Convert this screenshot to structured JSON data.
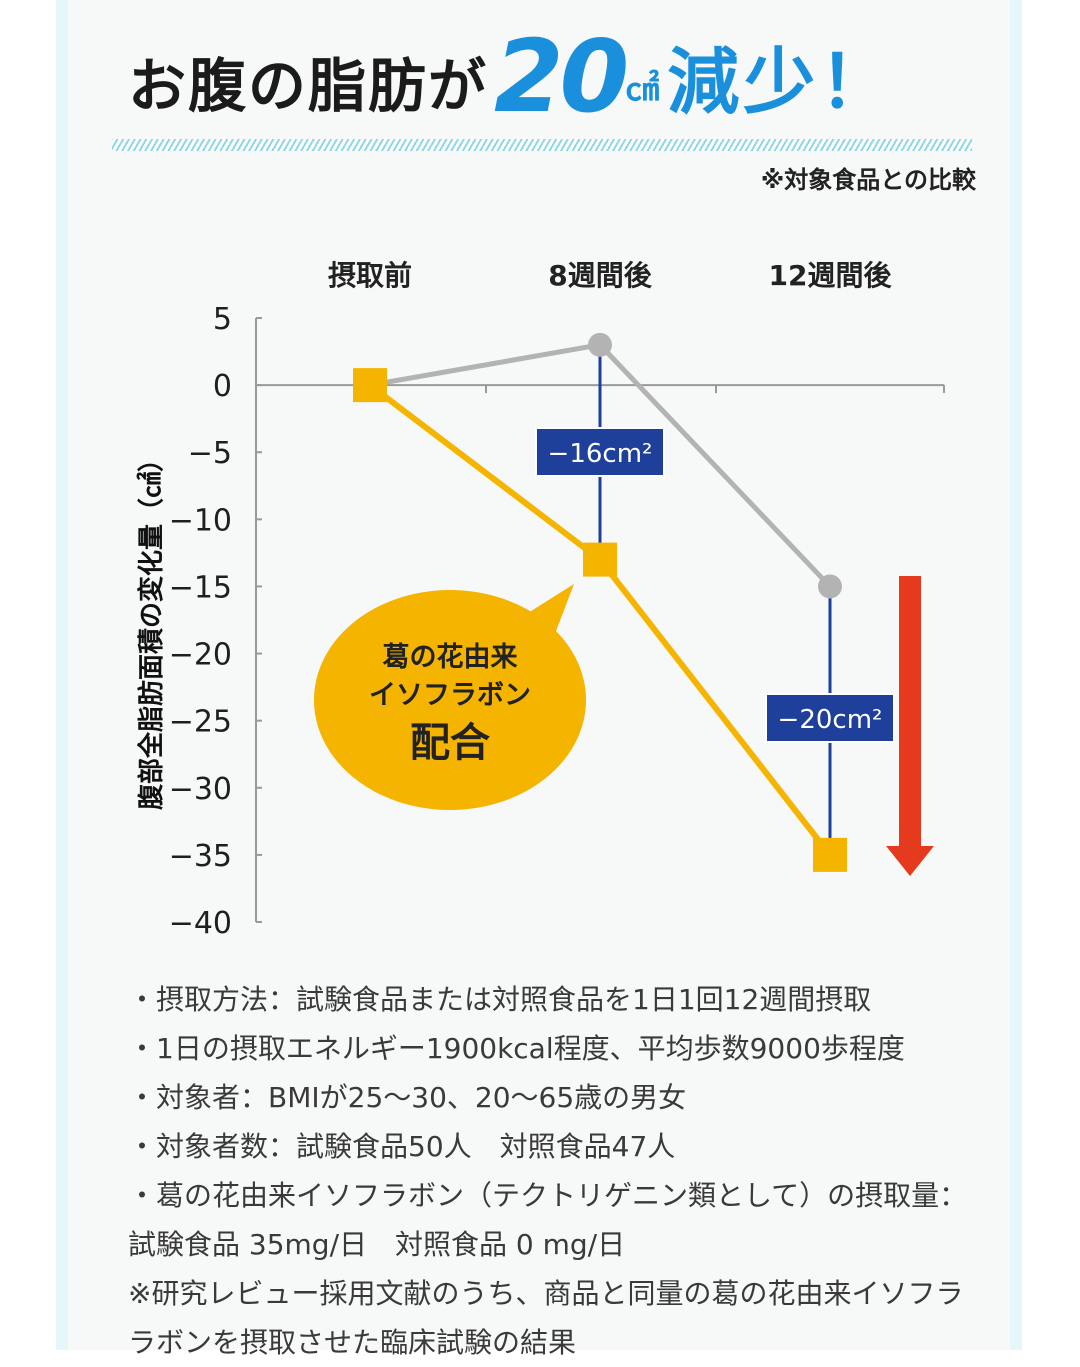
{
  "title": {
    "prefix": "お腹の脂肪が",
    "number": "20",
    "unit": "㎠",
    "suffix": "減少！"
  },
  "note_top": "※対象食品との比較",
  "chart_data": {
    "type": "line",
    "title": "",
    "xlabel": "",
    "ylabel": "腹部全脂肪面積の変化量（㎠）",
    "categories": [
      "摂取前",
      "8週間後",
      "12週間後"
    ],
    "ylim": [
      -40,
      5
    ],
    "yticks": [
      5,
      0,
      -5,
      -10,
      -15,
      -20,
      -25,
      -30,
      -35,
      -40
    ],
    "grid": false,
    "series": [
      {
        "name": "",
        "values": [
          0,
          -13,
          -35
        ],
        "color": "#f5b400",
        "marker": "square"
      },
      {
        "name": "",
        "values": [
          0,
          3,
          -15
        ],
        "color": "#b3b3b3",
        "marker": "circle"
      }
    ],
    "annotations": [
      {
        "category": "8週間後",
        "text": "−16cm²",
        "color": "#1e3f9a"
      },
      {
        "category": "12週間後",
        "text": "−20cm²",
        "color": "#1e3f9a"
      }
    ],
    "callout": {
      "line1": "葛の花由来",
      "line2": "イソフラボン",
      "line3": "配合",
      "color": "#f5b400"
    },
    "arrow_color": "#e63a1e"
  },
  "notes": [
    "・摂取方法：試験食品または対照食品を1日1回12週間摂取",
    "・1日の摂取エネルギー1900kcal程度、平均歩数9000歩程度",
    "・対象者：BMIが25～30、20～65歳の男女",
    "・対象者数：試験食品50人　対照食品47人",
    "・葛の花由来イソフラボン（テクトリゲニン類として）の摂取量：",
    "試験食品 35mg/日　対照食品 0 mg/日",
    "※研究レビュー採用文献のうち、商品と同量の葛の花由来イソフラ",
    "ラボンを摂取させた臨床試験の結果"
  ]
}
